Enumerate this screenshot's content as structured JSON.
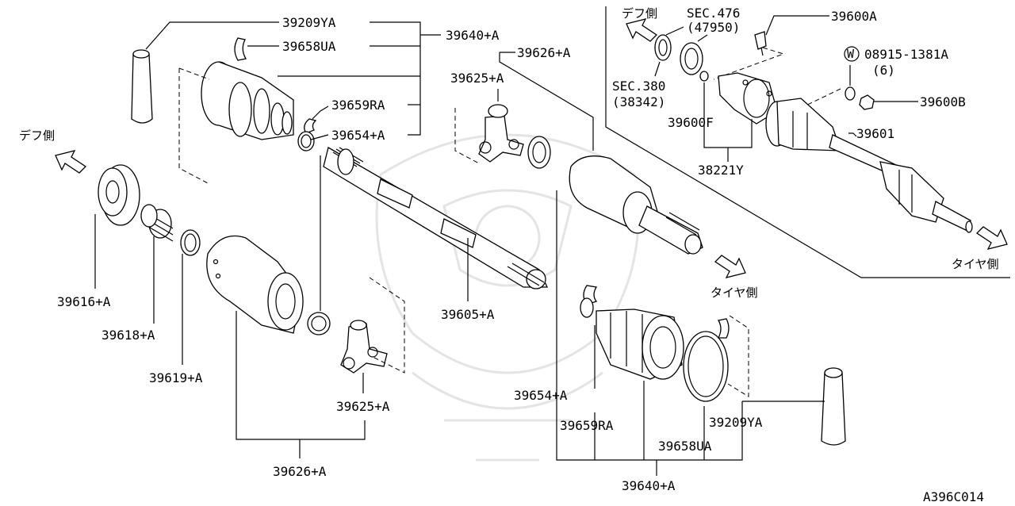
{
  "labels": {
    "l_39209ya_top": "39209YA",
    "l_39658ua_top": "39658UA",
    "l_39640a_top": "39640+A",
    "l_39626a_top": "39626+A",
    "l_39625a_top": "39625+A",
    "l_39659ra_top": "39659RA",
    "l_39654a_top": "39654+A",
    "l_39616a": "39616+A",
    "l_39618a": "39618+A",
    "l_39619a": "39619+A",
    "l_39605a": "39605+A",
    "l_39625a_bot": "39625+A",
    "l_39626a_bot": "39626+A",
    "l_39654a_bot": "39654+A",
    "l_39659ra_bot": "39659RA",
    "l_39658ua_bot": "39658UA",
    "l_39209ya_bot": "39209YA",
    "l_39640a_bot": "39640+A",
    "l_sec476": "SEC.476",
    "l_47950": "(47950)",
    "l_sec380": "SEC.380",
    "l_38342": "(38342)",
    "l_39600a": "39600A",
    "l_08915": "08915-1381A",
    "l_6": "(6)",
    "l_w": "W",
    "l_39600b": "39600B",
    "l_39600f": "39600F",
    "l_39601": "39601",
    "l_38221y": "38221Y",
    "diff_side_left": "デフ側",
    "diff_side_top": "デフ側",
    "tire_side_mid": "タイヤ側",
    "tire_side_right": "タイヤ側",
    "figure_code": "A396C014"
  }
}
